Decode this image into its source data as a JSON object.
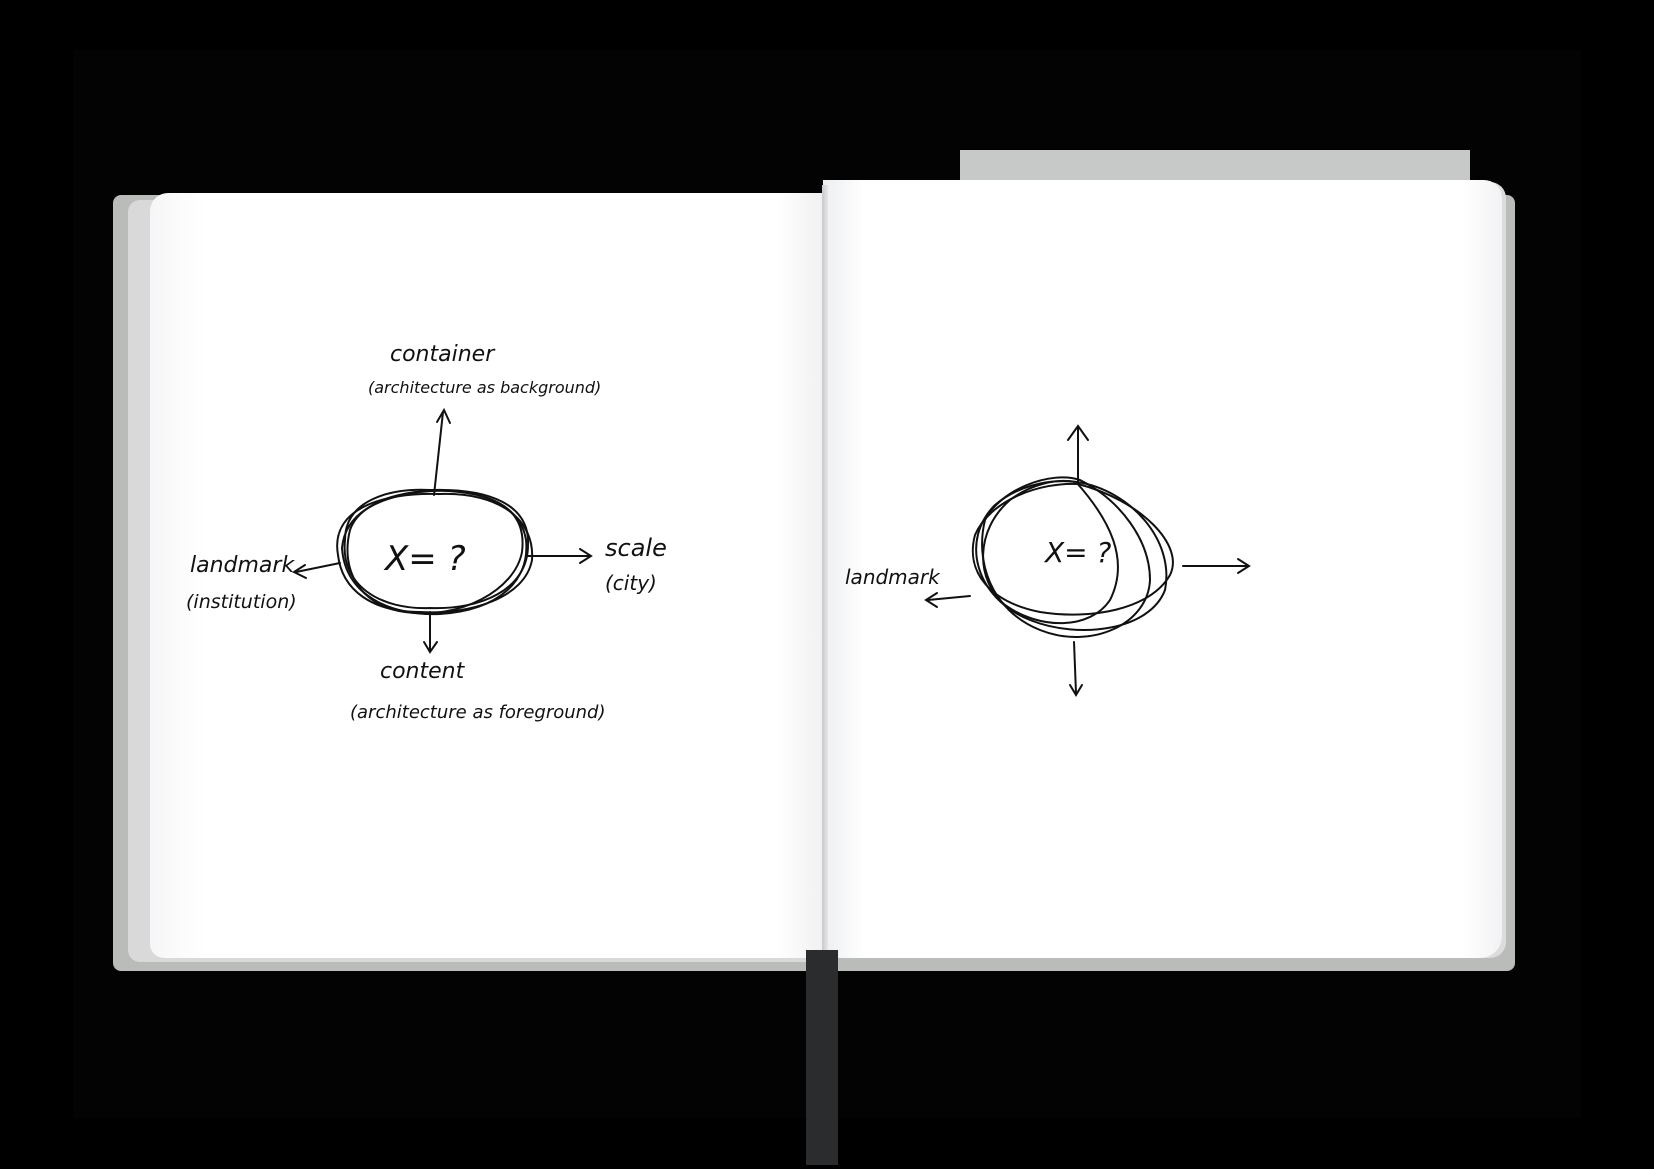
{
  "left_sketch": {
    "top_label": "container",
    "top_sub": "(architecture as background)",
    "left_label": "landmark",
    "left_sub": "(institution)",
    "right_label": "scale",
    "right_sub": "(city)",
    "bottom_label": "content",
    "bottom_sub": "(architecture as foreground)",
    "center": "X= ?"
  },
  "right_sketch": {
    "left_label": "landmark",
    "center": "X= ?"
  },
  "colors": {
    "ink": "#111111",
    "paper": "#ffffff",
    "cover": "#b9bcb9",
    "background": "#000000"
  }
}
